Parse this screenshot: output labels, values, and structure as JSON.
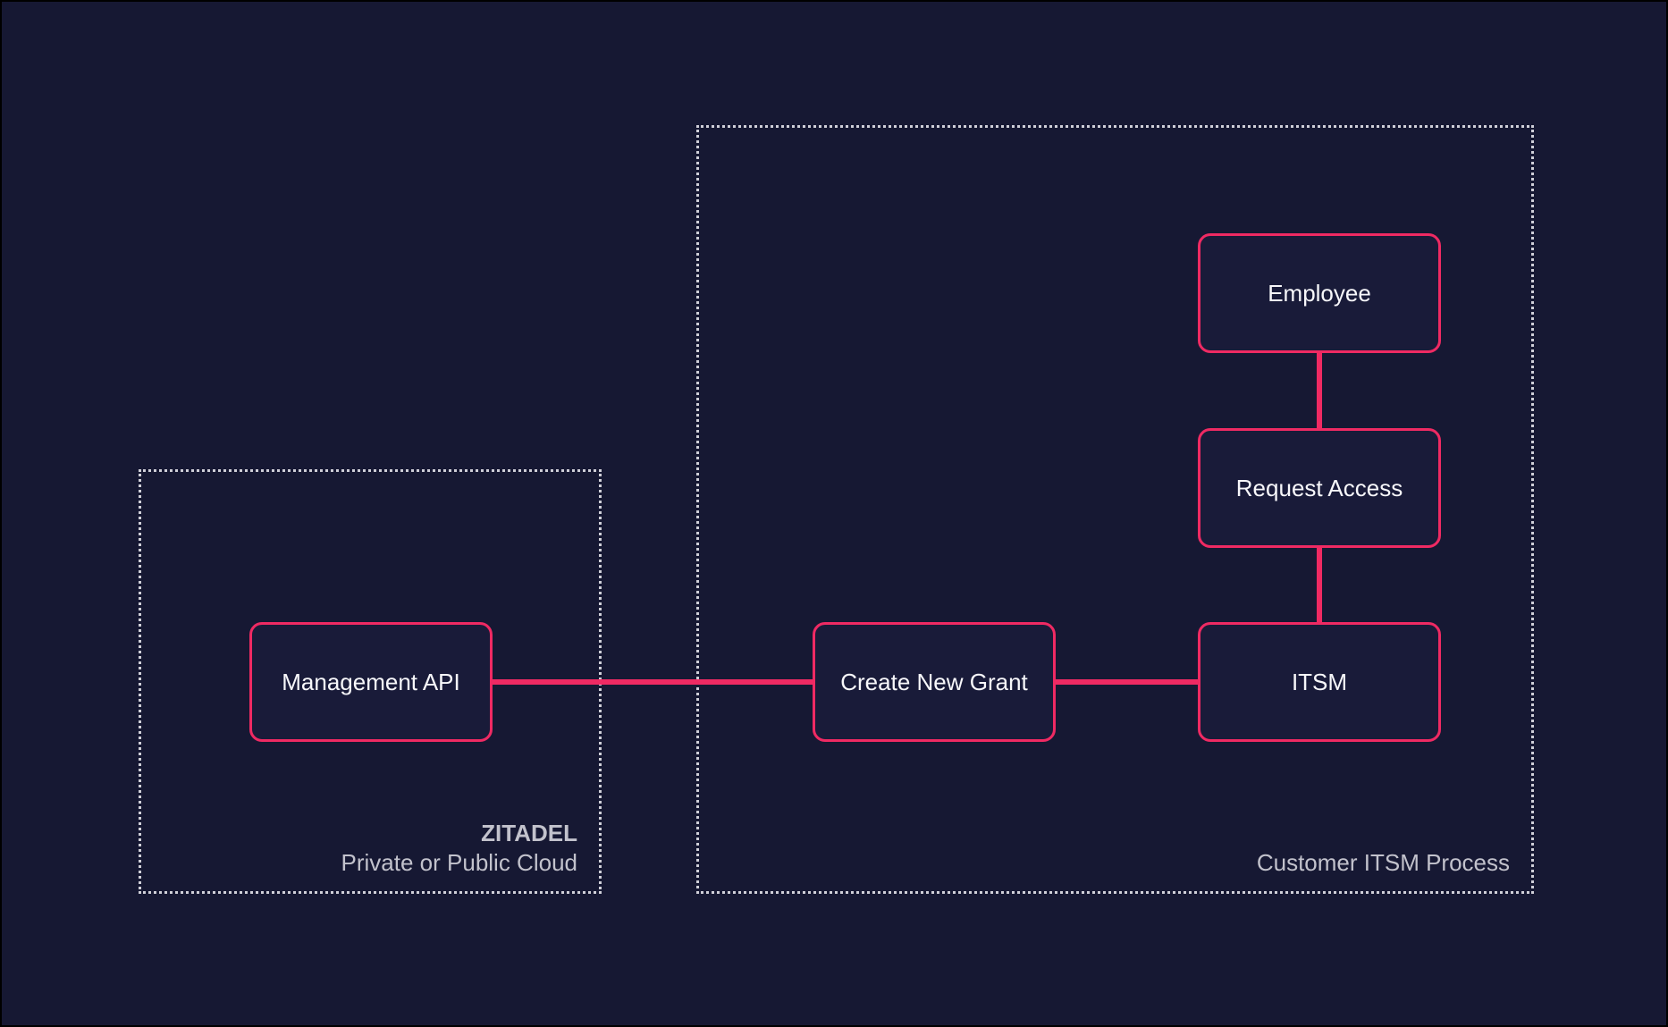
{
  "colors": {
    "background": "#161833",
    "accent_pink": "#ef2a63",
    "node_fill": "#191b39",
    "node_text": "#f7f7fa",
    "container_border": "#cfcfd8",
    "container_label_text": "#c2c2cc"
  },
  "containers": {
    "zitadel": {
      "title": "ZITADEL",
      "subtitle": "Private or Public Cloud"
    },
    "customer": {
      "title": "Customer ITSM Process"
    }
  },
  "nodes": [
    {
      "id": "management-api",
      "label": "Management API"
    },
    {
      "id": "create-new-grant",
      "label": "Create New Grant"
    },
    {
      "id": "itsm",
      "label": "ITSM"
    },
    {
      "id": "request-access",
      "label": "Request Access"
    },
    {
      "id": "employee",
      "label": "Employee"
    }
  ],
  "edges": [
    {
      "from": "management-api",
      "to": "create-new-grant"
    },
    {
      "from": "create-new-grant",
      "to": "itsm"
    },
    {
      "from": "employee",
      "to": "request-access"
    },
    {
      "from": "request-access",
      "to": "itsm"
    }
  ]
}
